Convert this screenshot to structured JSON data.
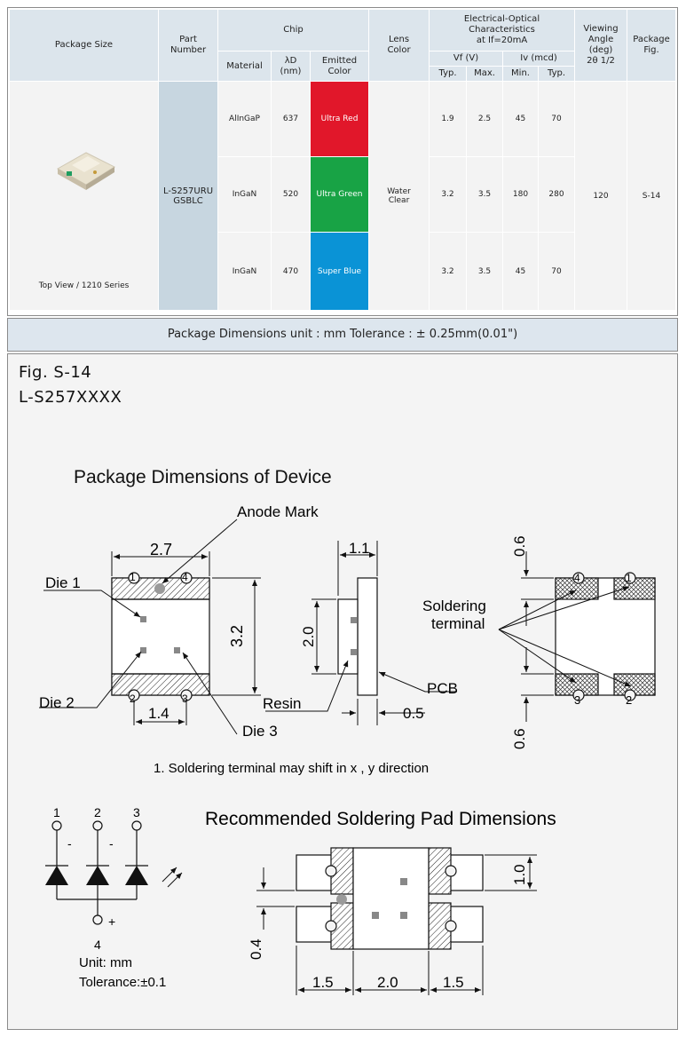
{
  "headers": {
    "package_size": "Package Size",
    "part_number": "Part Number",
    "chip": "Chip",
    "material": "Material",
    "lambda_d": "λD",
    "nm": "(nm)",
    "emitted_color": "Emitted Color",
    "lens_color": "Lens Color",
    "eo_title": "Electrical-Optical Characteristics",
    "eo_cond": "at If=20mA",
    "vf": "Vf (V)",
    "iv": "Iv (mcd)",
    "typ": "Typ.",
    "max": "Max.",
    "min": "Min.",
    "viewing_angle": "Viewing Angle",
    "deg": "(deg)",
    "two_theta": "2θ 1/2",
    "package_fig": "Package Fig."
  },
  "product": {
    "package_caption": "Top View / 1210 Series",
    "part_number_line1": "L-S257URU",
    "part_number_line2": "GSBLC",
    "lens_line1": "Water",
    "lens_line2": "Clear",
    "viewing_angle": "120",
    "package_fig": "S-14"
  },
  "rows": [
    {
      "material": "AlInGaP",
      "lambda": "637",
      "color": "Ultra Red",
      "vf_typ": "1.9",
      "vf_max": "2.5",
      "iv_min": "45",
      "iv_typ": "70",
      "color_hex": "#e1172a"
    },
    {
      "material": "InGaN",
      "lambda": "520",
      "color": "Ultra Green",
      "vf_typ": "3.2",
      "vf_max": "3.5",
      "iv_min": "180",
      "iv_typ": "280",
      "color_hex": "#18a345"
    },
    {
      "material": "InGaN",
      "lambda": "470",
      "color": "Super Blue",
      "vf_typ": "3.2",
      "vf_max": "3.5",
      "iv_min": "45",
      "iv_typ": "70",
      "color_hex": "#0a93d6"
    }
  ],
  "dimensions_bar": "Package Dimensions   unit : mm  Tolerance : ± 0.25mm(0.01\")",
  "figure": {
    "fig_id": "Fig. S-14",
    "model": "L-S257XXXX",
    "title": "Package  Dimensions  of Device",
    "anode_mark": "Anode Mark",
    "die1": "Die  1",
    "die2": "Die  2",
    "die3": "Die  3",
    "resin": "Resin",
    "pcb": "PCB",
    "soldering1": "Soldering",
    "soldering2": "terminal",
    "dim_27": "2.7",
    "dim_32": "3.2",
    "dim_14": "1.4",
    "dim_11": "1.1",
    "dim_20": "2.0",
    "dim_05": "0.5",
    "dim_06": "0.6",
    "pad_1": "1",
    "pad_2": "2",
    "pad_3": "3",
    "pad_4": "4",
    "note": "1.     Soldering  terminal  may shift  in  x , y  direction",
    "pad_title": "Recommended Soldering  Pad Dimensions",
    "pad_10": "1.0",
    "pad_04": "0.4",
    "pad_15a": "1.5",
    "pad_20": "2.0",
    "pad_15b": "1.5",
    "minus": "-",
    "plus": "+",
    "unit": "Unit: mm",
    "tolerance": "Tolerance:±0.1"
  }
}
